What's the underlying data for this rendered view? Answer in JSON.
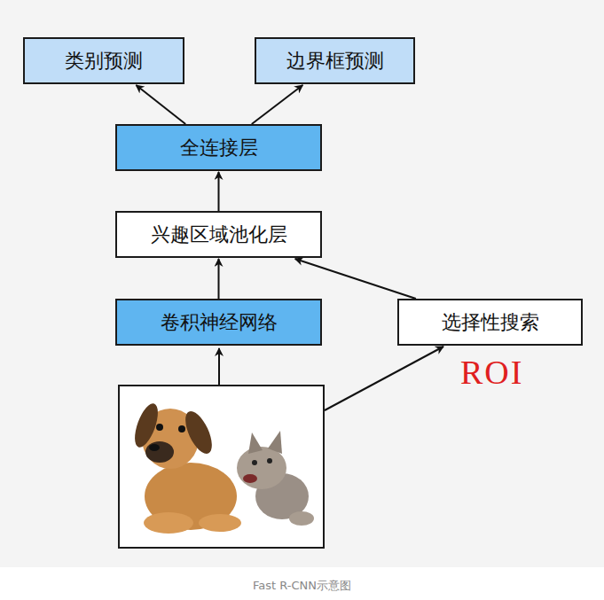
{
  "diagram": {
    "caption": "Fast R-CNN示意图",
    "nodes": [
      {
        "text": [
          "类别预测"
        ]
      },
      {
        "text": [
          "边界框预测"
        ]
      },
      {
        "text": [
          "全连接层"
        ]
      },
      {
        "text": [
          "兴趣区域池化层"
        ]
      },
      {
        "text": [
          "卷积神经网络"
        ]
      },
      {
        "text": [
          "选择性搜索"
        ]
      }
    ],
    "edges": [
      {
        "from": 2,
        "to": 0,
        "arrow": "to"
      },
      {
        "from": 2,
        "to": 1,
        "arrow": "to"
      },
      {
        "from": 3,
        "to": 2,
        "arrow": "to"
      },
      {
        "from": 4,
        "to": 3,
        "arrow": "to"
      },
      {
        "from": 5,
        "to": 3,
        "arrow": "to"
      }
    ],
    "labels": [
      "ROI"
    ]
  }
}
